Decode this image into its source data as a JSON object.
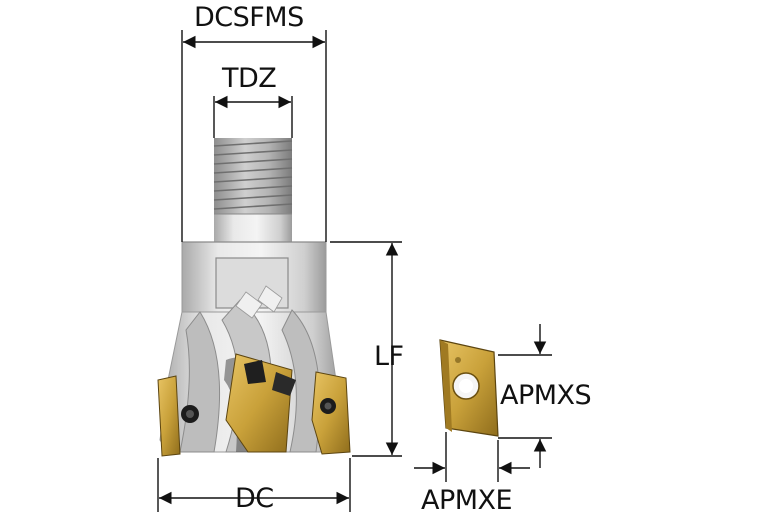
{
  "labels": {
    "dcsfms": "DCSFMS",
    "tdz": "TDZ",
    "lf": "LF",
    "apmxs": "APMXS",
    "apmxe": "APMXE",
    "dc": "DC"
  },
  "colors": {
    "body_steel": "#d6d6d6",
    "insert_gold": "#c9a13a",
    "dimension_line": "#111111"
  }
}
